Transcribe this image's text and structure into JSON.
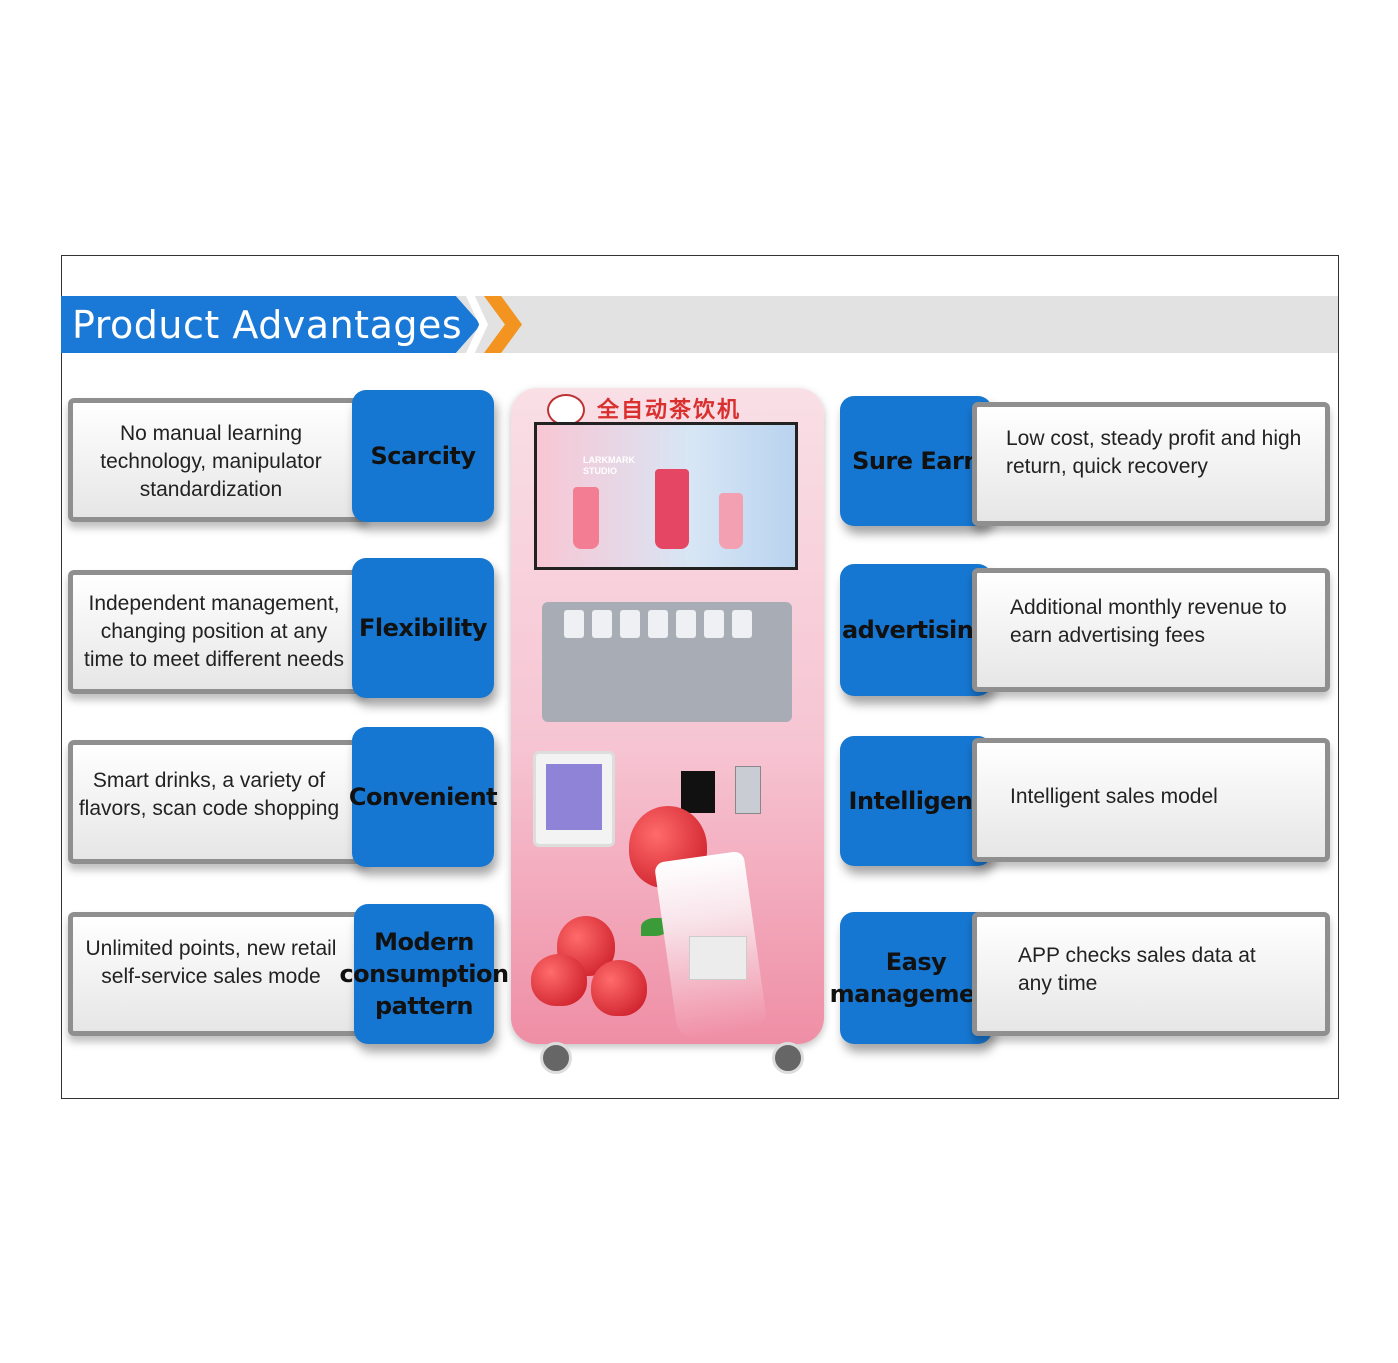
{
  "header": {
    "title": "Product Advantages"
  },
  "left_items": [
    {
      "tag": "Scarcity",
      "text": "No manual learning technology, manipulator standardization"
    },
    {
      "tag": "Flexibility",
      "text": "Independent management, changing position at any time to meet different needs"
    },
    {
      "tag": "Convenient",
      "text": "Smart drinks, a variety of flavors, scan code shopping"
    },
    {
      "tag": "Modern consumption pattern",
      "text": "Unlimited points, new retail self-service sales mode"
    }
  ],
  "right_items": [
    {
      "tag": "Sure Earn",
      "text": "Low cost, steady profit and high return, quick recovery"
    },
    {
      "tag": "advertising",
      "text": "Additional monthly revenue to earn advertising fees"
    },
    {
      "tag": "Intelligent",
      "text": "Intelligent sales model"
    },
    {
      "tag": "Easy management",
      "text": "APP checks sales data at any time"
    }
  ],
  "machine": {
    "title": "全自动茶饮机",
    "brand": "LARKMARK STUDIO"
  },
  "colors": {
    "accent_blue": "#1677d2",
    "orange": "#f39320",
    "band_gray": "#e2e2e2"
  }
}
